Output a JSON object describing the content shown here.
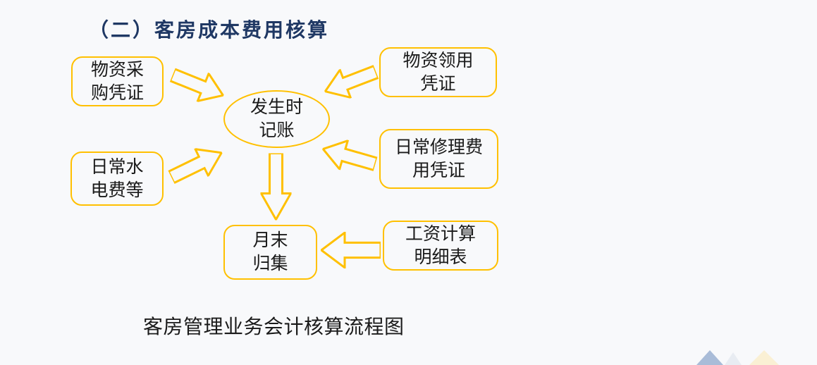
{
  "slide": {
    "title": "（二）客房成本费用核算",
    "caption": "客房管理业务会计核算流程图"
  },
  "colors": {
    "background": "#F8F9FB",
    "accent_yellow": "#FFC000",
    "title_navy": "#1F3864",
    "text_black": "#1A1A1A",
    "triangle_blue": "#A9BCD8",
    "triangle_gray": "#E8ECF2",
    "triangle_cream": "#FAF0D4"
  },
  "flowchart": {
    "nodes": {
      "materials_purchase_voucher": {
        "line1": "物资采",
        "line2": "购凭证"
      },
      "materials_requisition_voucher": {
        "line1": "物资领用",
        "line2": "凭证"
      },
      "daily_utilities_fees": {
        "line1": "日常水",
        "line2": "电费等"
      },
      "daily_repair_voucher": {
        "line1": "日常修理费",
        "line2": "用凭证"
      },
      "record_on_occurrence": {
        "line1": "发生时",
        "line2": "记账"
      },
      "month_end_collection": {
        "line1": "月末",
        "line2": "归集"
      },
      "salary_calc_sheet": {
        "line1": "工资计算",
        "line2": "明细表"
      }
    },
    "edges": [
      {
        "from": "materials_purchase_voucher",
        "to": "record_on_occurrence"
      },
      {
        "from": "materials_requisition_voucher",
        "to": "record_on_occurrence"
      },
      {
        "from": "daily_utilities_fees",
        "to": "record_on_occurrence"
      },
      {
        "from": "daily_repair_voucher",
        "to": "record_on_occurrence"
      },
      {
        "from": "record_on_occurrence",
        "to": "month_end_collection"
      },
      {
        "from": "salary_calc_sheet",
        "to": "month_end_collection"
      }
    ]
  }
}
